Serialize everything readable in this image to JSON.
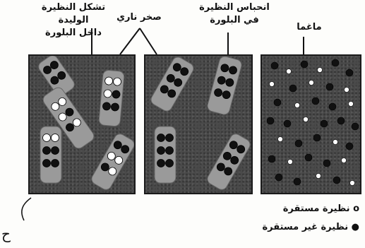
{
  "labels": {
    "nucleation": "تشكل النظيرة الوليدة\nداخل البلورة",
    "igneous_rock": "صخر ناري",
    "entrapment": "انحباس النظيرة\nفي البلورة",
    "magma": "ماغما"
  },
  "legend": {
    "stable": "نظيرة مستقرة",
    "unstable": "نظيرة غير مستقرة",
    "stable_symbol": "o",
    "unstable_symbol": "●"
  },
  "corner_mark": "ح",
  "colors": {
    "rock": "#4a4a4a",
    "crystal": "#9a9a9a",
    "unstable": "#111111",
    "stable": "#ffffff"
  }
}
